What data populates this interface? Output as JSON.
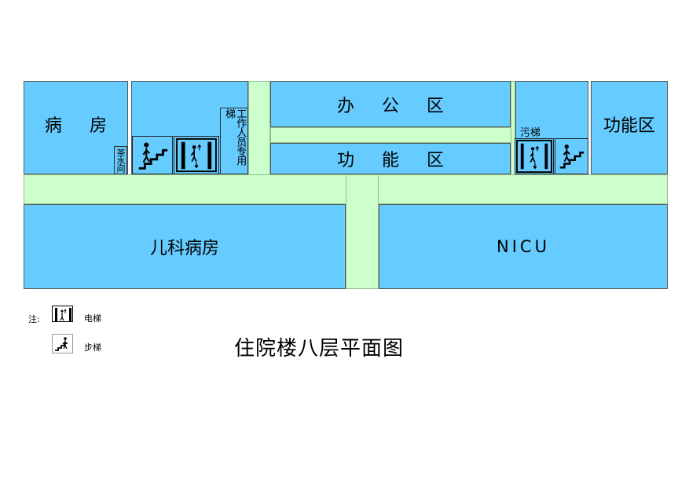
{
  "rooms": {
    "ward": "病 房",
    "tea_room": "茶水间",
    "staff_elevator": "工作人员专用梯",
    "office": "办 公 区",
    "function_mid": "功 能 区",
    "dirty_elevator": "污梯",
    "function_right": "功能区",
    "pediatric_ward": "儿科病房",
    "nicu": "NICU"
  },
  "legend": {
    "note": "注:",
    "elevator": "电梯",
    "stairs": "步梯"
  },
  "title": "住院楼八层平面图",
  "icons": [
    "stairs-icon",
    "elevator-icon"
  ],
  "colors": {
    "room": "#66ccff",
    "corridor": "#ccffcc"
  }
}
